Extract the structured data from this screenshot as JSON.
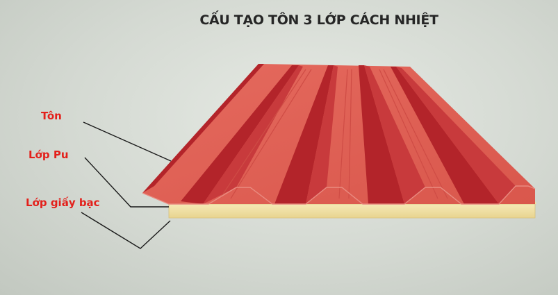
{
  "title": "CẤU TẠO TÔN 3 LỚP CÁCH NHIỆT",
  "labels": {
    "ton": "Tôn",
    "pu": "Lớp Pu",
    "foil": "Lớp giấy bạc"
  },
  "colors": {
    "roof_light": "#e7655a",
    "roof_dark": "#b3242a",
    "foam": "#f2e2a6",
    "label_text": "#e3201b",
    "title_text": "#262626",
    "leader_line": "#1a1a1a"
  }
}
